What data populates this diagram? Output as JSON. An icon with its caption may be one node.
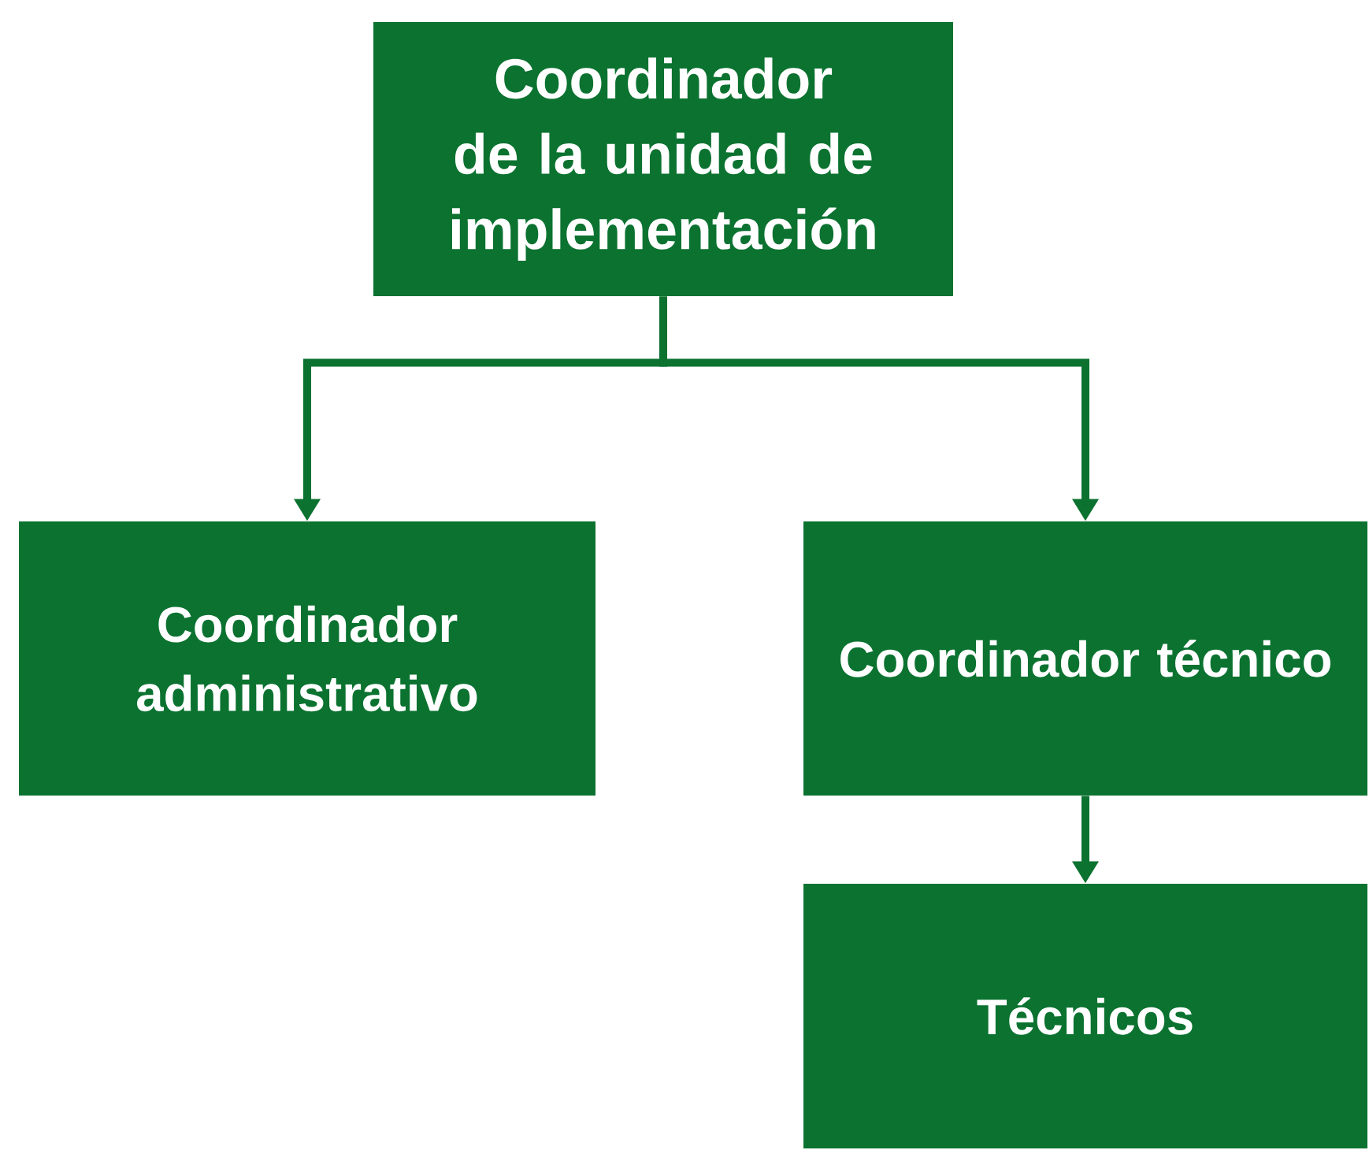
{
  "diagram": {
    "nodes": [
      {
        "text": [
          "Coordinador de la unidad de implementación"
        ]
      },
      {
        "text": [
          "Coordinador administrativo"
        ]
      },
      {
        "text": [
          "Coordinador técnico"
        ]
      },
      {
        "text": [
          "Técnicos"
        ]
      }
    ],
    "edges": [
      {
        "from": 0,
        "to": 1,
        "arrow": "to"
      },
      {
        "from": 0,
        "to": 2,
        "arrow": "to"
      },
      {
        "from": 2,
        "to": 3,
        "arrow": "to"
      }
    ]
  }
}
